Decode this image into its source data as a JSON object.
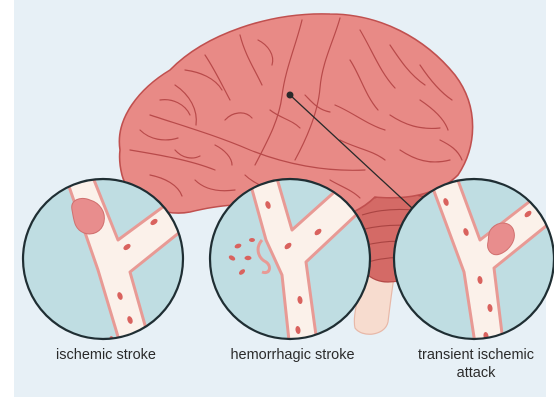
{
  "labels": {
    "ischemic": "ischemic stroke",
    "hemorrhagic": "hemorrhagic stroke",
    "tia_line1": "transient ischemic",
    "tia_line2": "attack"
  },
  "colors": {
    "background": "#e7f0f6",
    "brain": "#e88a86",
    "brain_outline": "#c0504f",
    "brain_sulci": "#b84a4a",
    "cerebellum": "#d46a66",
    "brainstem": "#f7dccf",
    "circle_bg": "#bfdde2",
    "circle_border": "#1f2e33",
    "vessel_fill": "#fbf1ea",
    "vessel_wall": "#e89a95",
    "cell": "#d9625e",
    "clot": "#e88d8d",
    "pointer_line": "#2a2a2a"
  }
}
